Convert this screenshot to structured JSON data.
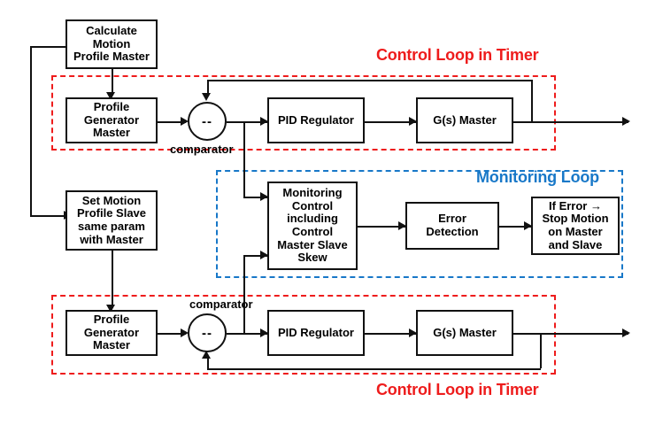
{
  "diagram": {
    "title_kind": "control-system-block-diagram",
    "regions": [
      {
        "id": "control_loop_top",
        "label": "Control Loop in Timer",
        "color": "#ee1c1c"
      },
      {
        "id": "monitoring_loop",
        "label": "Monitoring Loop",
        "color": "#1878c8"
      },
      {
        "id": "control_loop_bottom",
        "label": "Control Loop in Timer",
        "color": "#ee1c1c"
      }
    ],
    "blocks": [
      {
        "id": "calc_motion_profile_master",
        "text": "Calculate\nMotion\nProfile Master"
      },
      {
        "id": "profile_generator_master_top",
        "text": "Profile\nGenerator\nMaster"
      },
      {
        "id": "pid_regulator_top",
        "text": "PID Regulator"
      },
      {
        "id": "gs_master_top",
        "text": "G(s) Master"
      },
      {
        "id": "set_motion_profile_slave",
        "text": "Set Motion\nProfile Slave\nsame param\nwith Master"
      },
      {
        "id": "monitoring_control",
        "text": "Monitoring\nControl\nincluding\nControl\nMaster Slave\nSkew"
      },
      {
        "id": "error_detection",
        "text": "Error\nDetection"
      },
      {
        "id": "if_error_stop_motion",
        "text": "If Error →\nStop Motion\non Master\nand Slave"
      },
      {
        "id": "profile_generator_master_bottom",
        "text": "Profile\nGenerator\nMaster"
      },
      {
        "id": "pid_regulator_bottom",
        "text": "PID Regulator"
      },
      {
        "id": "gs_master_bottom",
        "text": "G(s) Master"
      }
    ],
    "comparators": [
      {
        "id": "comparator_top",
        "symbol": "--",
        "caption": "comparator"
      },
      {
        "id": "comparator_bottom",
        "symbol": "--",
        "caption": "comparator"
      }
    ],
    "colors": {
      "control_loop": "#ee1c1c",
      "monitoring_loop": "#1878c8",
      "block_stroke": "#111111",
      "background": "#ffffff"
    }
  }
}
